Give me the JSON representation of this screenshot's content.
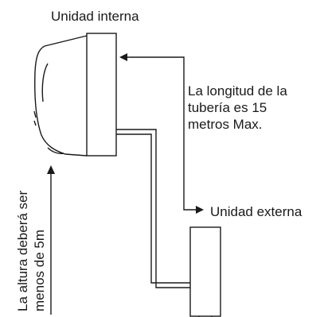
{
  "labels": {
    "indoor_unit": "Unidad interna",
    "pipe_length_lines": [
      "La longitud de la",
      "tubería es 15",
      "metros Max."
    ],
    "outdoor_unit": "Unidad externa",
    "height_lines": [
      "La altura deberá ser",
      "menos de 5m"
    ]
  },
  "colors": {
    "stroke": "#1a1a1a",
    "fill": "#ffffff"
  }
}
